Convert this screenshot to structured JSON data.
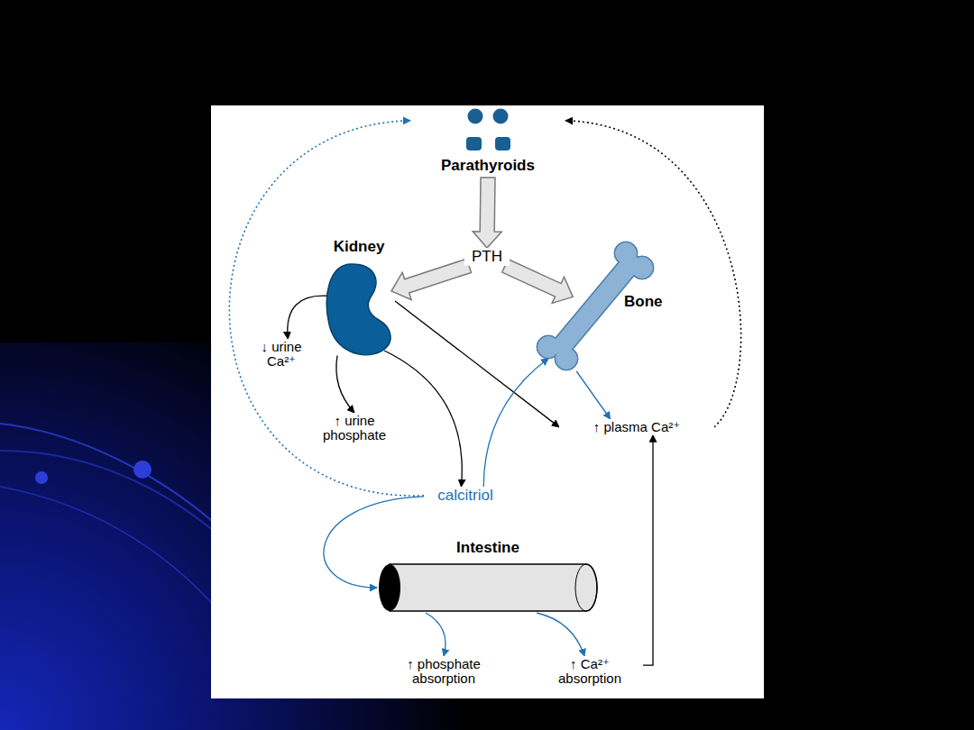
{
  "diagram": {
    "nodes": [
      {
        "text": [
          "Parathyroids"
        ]
      },
      {
        "text": [
          "PTH"
        ]
      },
      {
        "text": [
          "Kidney"
        ]
      },
      {
        "text": [
          "Bone"
        ]
      },
      {
        "text": [
          "↓ urine Ca²⁺"
        ]
      },
      {
        "text": [
          "↑ urine phosphate"
        ]
      },
      {
        "text": [
          "calcitriol"
        ]
      },
      {
        "text": [
          "↑ plasma Ca²⁺"
        ]
      },
      {
        "text": [
          "Intestine"
        ]
      },
      {
        "text": [
          "↑ phosphate absorption"
        ]
      },
      {
        "text": [
          "↑ Ca²⁺ absorption"
        ]
      }
    ],
    "edges": [
      {
        "from": 0,
        "to": 1,
        "arrow": "to"
      },
      {
        "from": 1,
        "to": 2,
        "arrow": "to"
      },
      {
        "from": 1,
        "to": 3,
        "arrow": "to"
      },
      {
        "from": 2,
        "to": 4,
        "arrow": "to"
      },
      {
        "from": 2,
        "to": 5,
        "arrow": "to"
      },
      {
        "from": 2,
        "to": 6,
        "arrow": "to"
      },
      {
        "from": 2,
        "to": 7,
        "arrow": "to"
      },
      {
        "from": 3,
        "to": 7,
        "arrow": "to"
      },
      {
        "from": 6,
        "to": 3,
        "arrow": "to"
      },
      {
        "from": 6,
        "to": 8,
        "arrow": "to"
      },
      {
        "from": 8,
        "to": 9,
        "arrow": "to"
      },
      {
        "from": 8,
        "to": 10,
        "arrow": "to"
      },
      {
        "from": 10,
        "to": 7,
        "arrow": "to"
      },
      {
        "from": 7,
        "to": 0,
        "arrow": "to"
      },
      {
        "from": 6,
        "to": 0,
        "arrow": "to"
      }
    ]
  }
}
